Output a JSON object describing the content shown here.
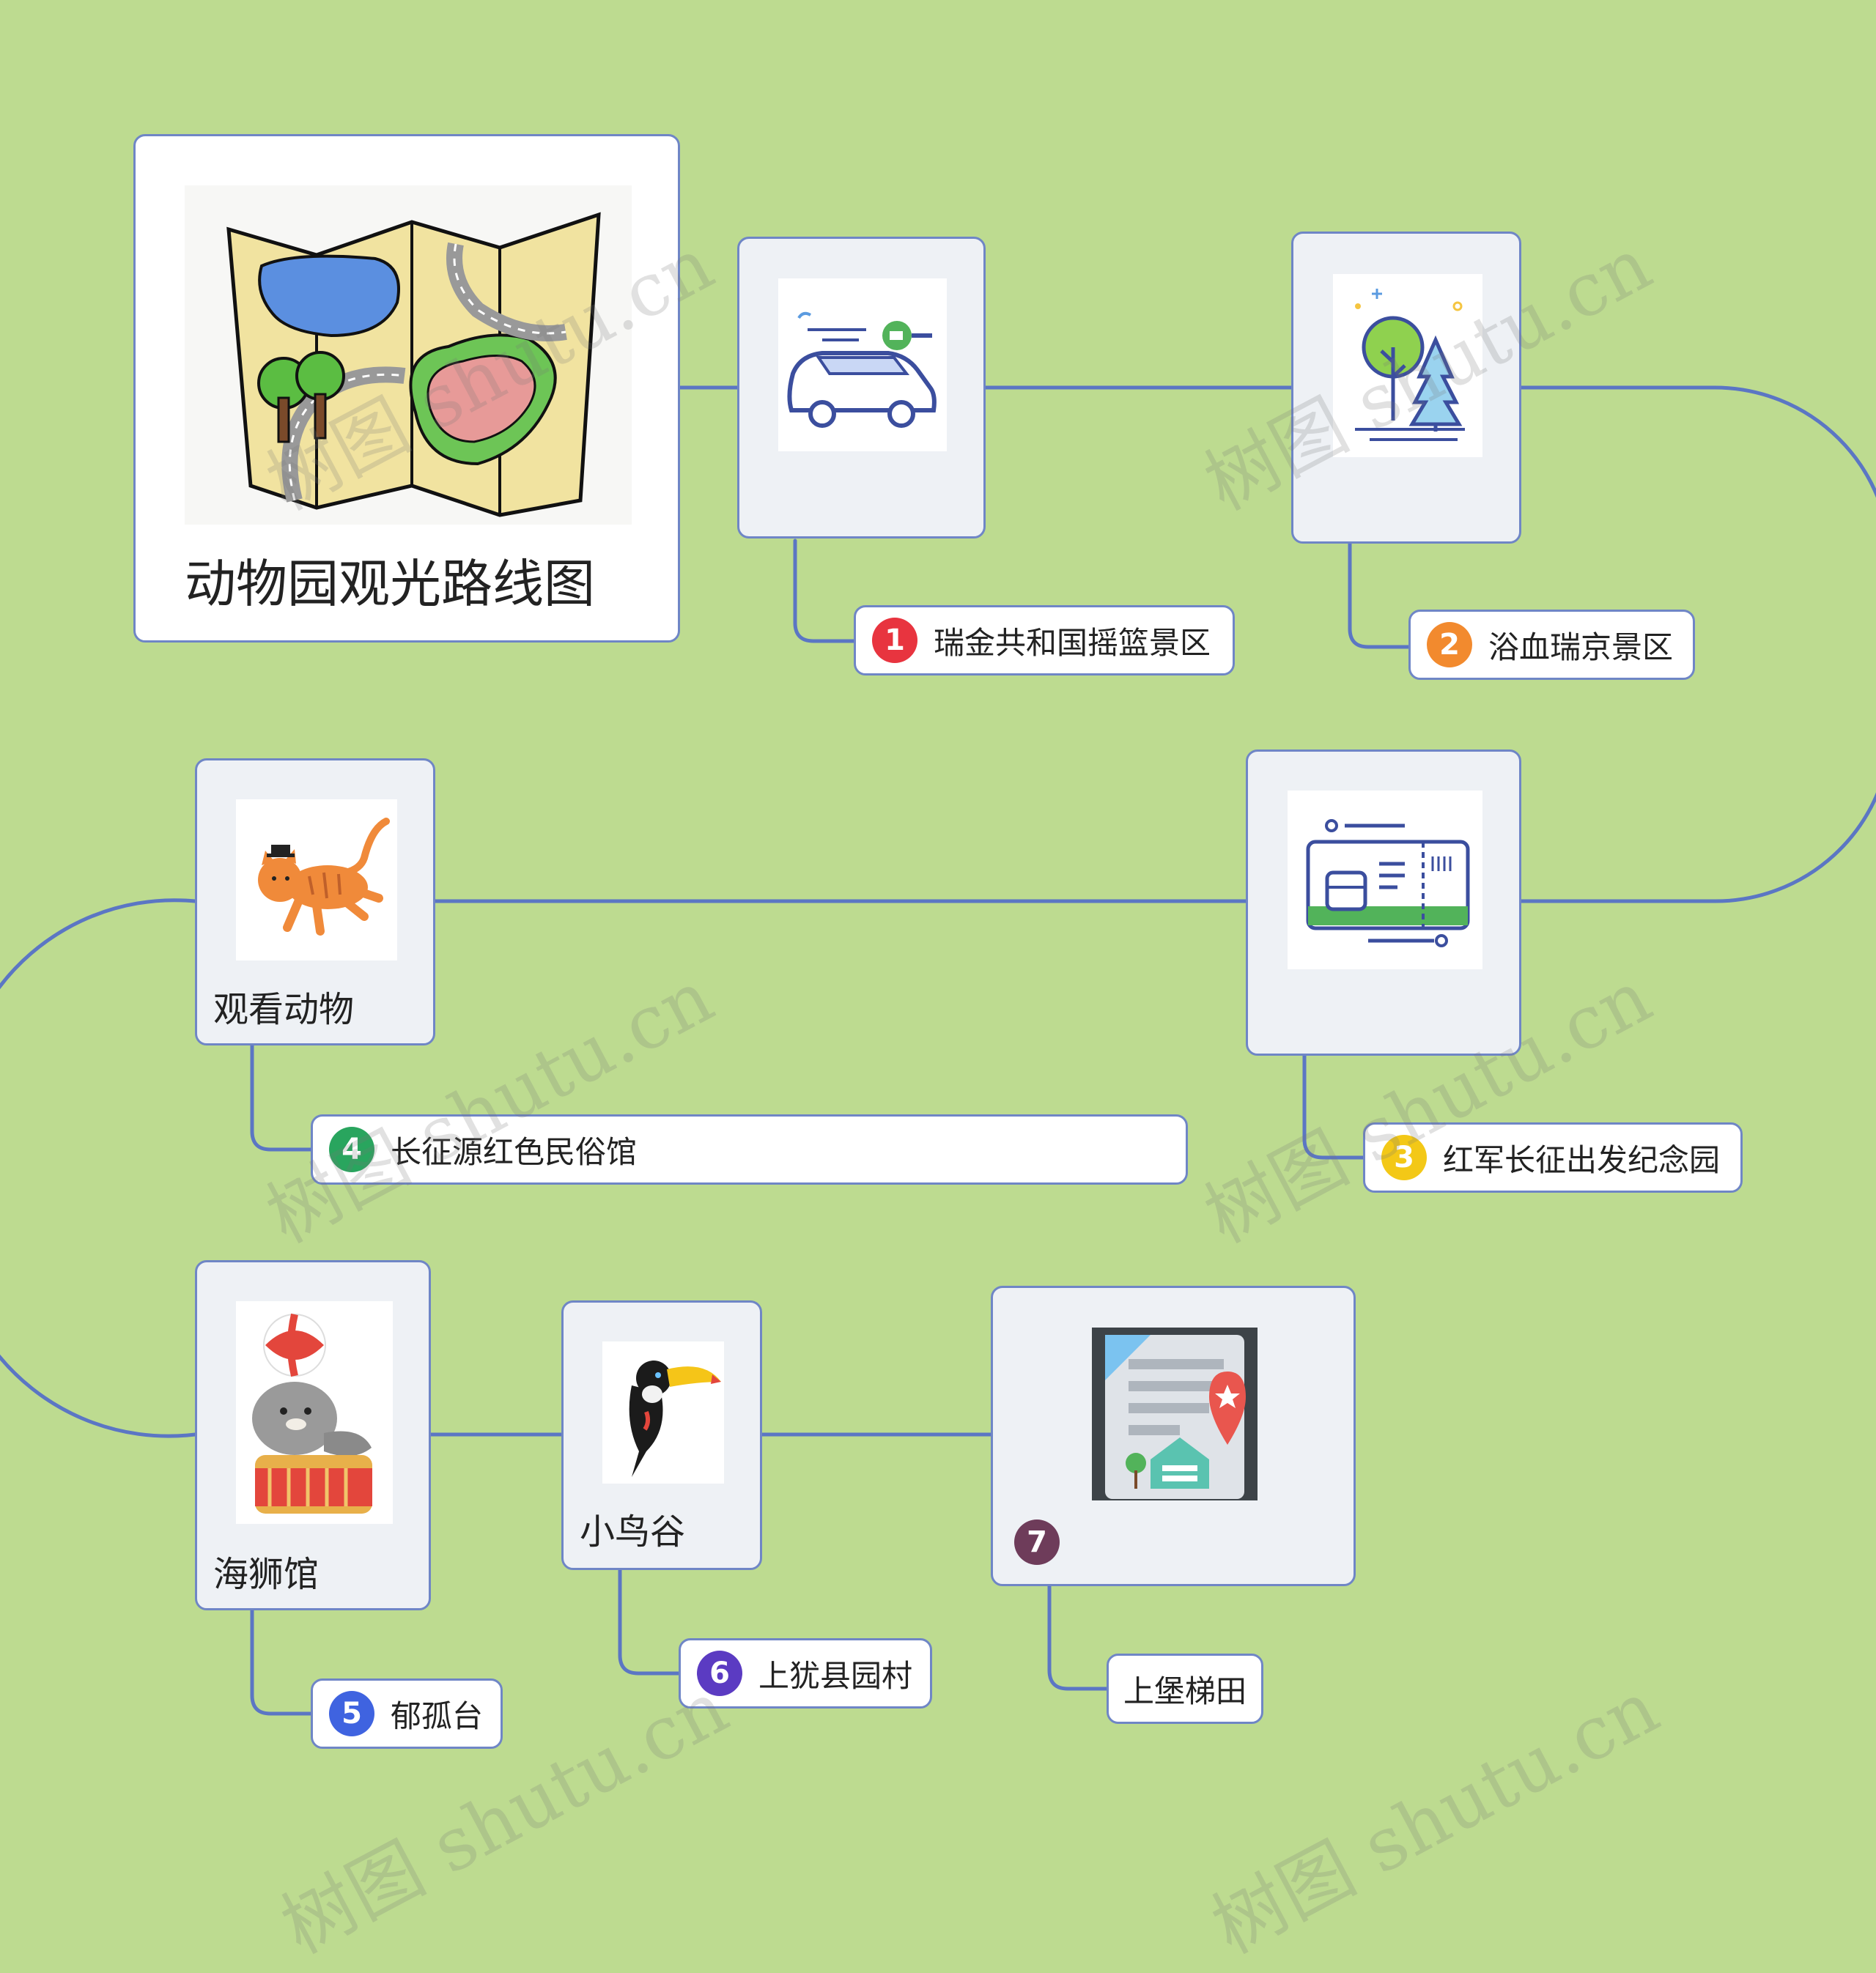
{
  "title": "动物园观光路线图",
  "watermark": "树图 shutu.cn",
  "colors": {
    "background": "#bddb90",
    "connector": "#5b76c4",
    "card_border": "#6f86c6",
    "card_fill": "#eef1f5"
  },
  "nodes": [
    {
      "id": "car",
      "image": "car-key-icon",
      "title": "",
      "label": "瑞金共和国摇篮景区",
      "badge": "1",
      "badge_color": "#e8343f"
    },
    {
      "id": "trees",
      "image": "trees-icon",
      "title": "",
      "label": "浴血瑞京景区",
      "badge": "2",
      "badge_color": "#f28a2e"
    },
    {
      "id": "ticket",
      "image": "train-ticket-icon",
      "title": "",
      "label": "红军长征出发纪念园",
      "badge": "3",
      "badge_color": "#f3c817"
    },
    {
      "id": "animals",
      "image": "cat-with-hat-icon",
      "title": "观看动物",
      "label": "长征源红色民俗馆",
      "badge": "4",
      "badge_color": "#29a55e"
    },
    {
      "id": "sealion",
      "image": "sea-lion-icon",
      "title": "海狮馆",
      "label": "郁孤台",
      "badge": "5",
      "badge_color": "#3f63e0"
    },
    {
      "id": "birds",
      "image": "toucan-icon",
      "title": "小鸟谷",
      "label": "上犹县园村",
      "badge": "6",
      "badge_color": "#5b3bc2"
    },
    {
      "id": "map",
      "image": "map-document-icon",
      "title": "",
      "label": "上堡梯田",
      "badge": "7",
      "badge_color": "#6e3c5a"
    }
  ]
}
